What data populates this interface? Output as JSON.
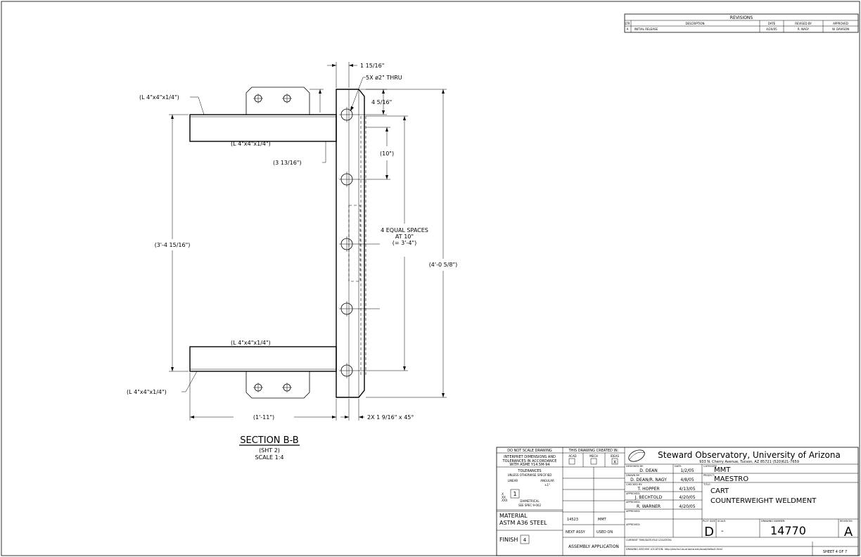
{
  "revisions": {
    "title": "REVISIONS",
    "headers": {
      "ltr": "LTR",
      "description": "DESCRIPTION",
      "date": "DATE",
      "revised_by": "REVISED BY",
      "approved": "APPROVED"
    },
    "rows": [
      {
        "ltr": "A",
        "description": "INITIAL RELEASE",
        "date": "4/20/05",
        "revised_by": "R. NAGY",
        "approved": "W. DAVISON"
      }
    ]
  },
  "drawing": {
    "dims": {
      "top_width": "1 15/16\"",
      "holes": "5X ø2\" THRU",
      "top_offset": "4 5/16\"",
      "ten": "(10\")",
      "spaces_1": "4 EQUAL SPACES",
      "spaces_2": "AT 10\"",
      "spaces_3": "(= 3'-4\")",
      "overall_height": "(4'-0 5/8\")",
      "inner_height": "(3'-4 15/16\")",
      "angle_top_outer": "(L 4\"x4\"x1/4\")",
      "angle_top_inner": "(L 4\"x4\"x1/4\")",
      "angle_bottom_inner": "(L 4\"x4\"x1/4\")",
      "angle_bottom_outer": "(L 4\"x4\"x1/4\")",
      "three_thirteen": "(3 13/16\")",
      "width": "(1'-11\")",
      "chamfer": "2X 1 9/16\" x 45°"
    },
    "section": {
      "title": "SECTION B-B",
      "sheet": "(SHT 2)",
      "scale": "SCALE 1:4"
    }
  },
  "titleblock": {
    "do_not_scale": "DO NOT SCALE DRAWING",
    "interpret_1": "INTERPRET DIMENSIONS AND",
    "interpret_2": "TOLERANCES IN ACCORDANCE",
    "interpret_3": "WITH ASME Y14.5M-94",
    "tolerances": "TOLERANCES",
    "unless": "UNLESS OTHERWISE SPECIFIED",
    "linear": "LINEAR",
    "angular": "ANGULAR",
    "angular_val": "±1°",
    "x_labels": ".X\n.XX\n.XXX",
    "tol_box": "1",
    "diametrical": "DIAMETRICAL",
    "see_spec": "SEE SPEC 9-002",
    "material_label": "MATERIAL",
    "material": "ASTM A36 STEEL",
    "finish_label": "FINISH",
    "finish_box": "4",
    "created_in": "THIS DRAWING CREATED IN:",
    "acad": "ACAD",
    "mech": "MECH",
    "ideas": "IDEAS",
    "ideas_mark": "X",
    "next_assy_num": "14523",
    "next_assy_code": "MMT",
    "next_assy": "NEXT ASSY",
    "used_on": "USED ON",
    "assembly_app": "ASSEMBLY APPLICATION",
    "org_name": "Steward Observatory, University of Arizona",
    "org_address": "933 N. Cherry Avenue, Tucson, AZ  85721   (520)621-7659",
    "designed_by_label": "DESIGNED BY:",
    "designed_by": "D. DEAN",
    "date_label": "DATE:",
    "designed_date": "1/2/05",
    "drawn_by_label": "DRAWN BY:",
    "drawn_by": "D. DEAN/R. NAGY",
    "drawn_date": "4/8/05",
    "checked_by_label": "CHECKED BY:",
    "checked_by": "T. HOPPER",
    "checked_date": "4/13/05",
    "approved1_label": "APPROVED:",
    "approved1": "J. BECHTOLD",
    "approved1_date": "4/20/05",
    "approved2_label": "APPROVED:",
    "approved2": "R. WARNER",
    "approved2_date": "4/20/05",
    "approved3_label": "APPROVED:",
    "approved4_label": "APPROVED:",
    "category_label": "CATEGORY:",
    "category": "MMT",
    "project_label": "PROJECT:",
    "project": "MAESTRO",
    "title_label": "TITLE:",
    "title_1": "CART",
    "title_2": "COUNTERWEIGHT WELDMENT",
    "plot_size_label": "PLOT SIZE",
    "plot_size": "D",
    "scale_label": "SCALE:",
    "scale": "-",
    "drawing_number_label": "DRAWING NUMBER:",
    "drawing_number": "14770",
    "revision_label": "REVISION:",
    "revision": "A",
    "current_time_label": "CURRENT TIME/DATE/FILE LOCATION:",
    "archive": "DRAWING ARCHIVE LOCATION: http://davinci.as.arizona.edu/acad/default.html",
    "sheet": "SHEET 4 OF 7"
  }
}
